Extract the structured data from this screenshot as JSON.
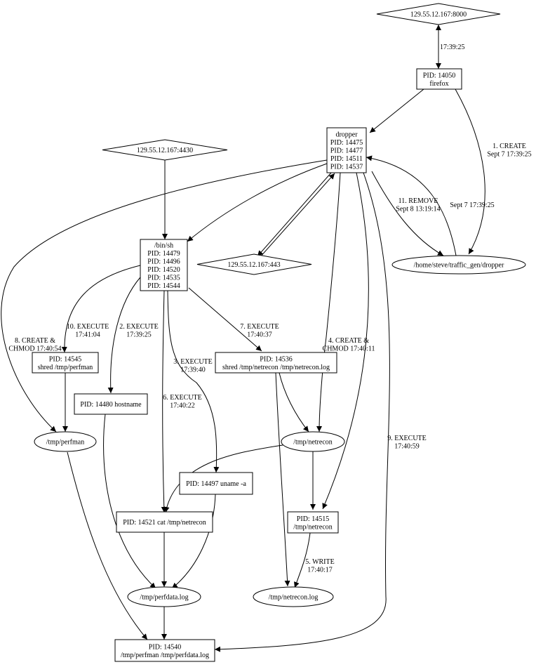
{
  "nodes": {
    "ip_8000": {
      "lines": [
        "129.55.12.167:8000"
      ]
    },
    "firefox": {
      "lines": [
        "PID: 14050",
        "firefox"
      ]
    },
    "dropper": {
      "lines": [
        "dropper",
        "PID: 14475",
        "PID: 14477",
        "PID: 14511",
        "PID: 14537"
      ]
    },
    "ip_4430": {
      "lines": [
        "129.55.12.167:4430"
      ]
    },
    "binsh": {
      "lines": [
        "/bin/sh",
        "PID: 14479",
        "PID: 14496",
        "PID: 14520",
        "PID: 14535",
        "PID: 14544"
      ]
    },
    "ip_443": {
      "lines": [
        "129.55.12.167:443"
      ]
    },
    "dropper_file": {
      "lines": [
        "/home/steve/traffic_gen/dropper"
      ]
    },
    "shred_perfman": {
      "lines": [
        "PID: 14545",
        "shred /tmp/perfman"
      ]
    },
    "shred_netrecon": {
      "lines": [
        "PID: 14536",
        "shred /tmp/netrecon /tmp/netrecon.log"
      ]
    },
    "hostname": {
      "lines": [
        "PID: 14480 hostname"
      ]
    },
    "perfman": {
      "lines": [
        "/tmp/perfman"
      ]
    },
    "netrecon": {
      "lines": [
        "/tmp/netrecon"
      ]
    },
    "uname": {
      "lines": [
        "PID: 14497 uname -a"
      ]
    },
    "cat_netrecon": {
      "lines": [
        "PID: 14521 cat /tmp/netrecon"
      ]
    },
    "proc_netrecon": {
      "lines": [
        "PID: 14515",
        "/tmp/netrecon"
      ]
    },
    "perfdata": {
      "lines": [
        "/tmp/perfdata.log"
      ]
    },
    "netrecon_log": {
      "lines": [
        "/tmp/netrecon.log"
      ]
    },
    "proc_14540": {
      "lines": [
        "PID: 14540",
        "/tmp/perfman /tmp/perfdata.log"
      ]
    }
  },
  "edges": {
    "ip8000_firefox": {
      "lines": [
        "17:39:25"
      ]
    },
    "firefox_dropper": {
      "lines": []
    },
    "firefox_dropperfile": {
      "lines": [
        "1. CREATE",
        "Sept 7 17:39:25"
      ]
    },
    "dropperfile_dropper": {
      "lines": [
        "Sept 7 17:39:25"
      ]
    },
    "dropper_dropperfile": {
      "lines": [
        "11. REMOVE",
        "Sept 8 13:19:14"
      ]
    },
    "dropper_ip443": {
      "lines": []
    },
    "dropper_binsh": {
      "lines": []
    },
    "ip4430_binsh": {
      "lines": []
    },
    "dropper_perfman": {
      "lines": [
        "8. CREATE &",
        "CHMOD 17:40:54"
      ]
    },
    "dropper_netrecon": {
      "lines": [
        "4. CREATE &",
        "CHMOD 17:40:11"
      ]
    },
    "dropper_procnetrecon": {
      "lines": []
    },
    "dropper_14540": {
      "lines": [
        "9. EXECUTE",
        "17:40:59"
      ]
    },
    "binsh_shredperfman": {
      "lines": [
        "10. EXECUTE",
        "17:41:04"
      ]
    },
    "binsh_hostname": {
      "lines": [
        "2. EXECUTE",
        "17:39:25"
      ]
    },
    "binsh_cat": {
      "lines": [
        "6. EXECUTE",
        "17:40:22"
      ]
    },
    "binsh_uname": {
      "lines": [
        "3. EXECUTE",
        "17:39:40"
      ]
    },
    "binsh_shrednetrecon": {
      "lines": [
        "7. EXECUTE",
        "17:40:37"
      ]
    },
    "shredperfman_perfman": {
      "lines": []
    },
    "shrednetrecon_netrecon": {
      "lines": []
    },
    "shrednetrecon_netreconlog": {
      "lines": []
    },
    "netrecon_cat": {
      "lines": []
    },
    "netrecon_procnetrecon": {
      "lines": []
    },
    "procnetrecon_netreconlog": {
      "lines": [
        "5. WRITE",
        "17:40:17"
      ]
    },
    "hostname_perfdata": {
      "lines": []
    },
    "uname_perfdata": {
      "lines": []
    },
    "cat_perfdata": {
      "lines": []
    },
    "perfman_14540": {
      "lines": []
    },
    "perfdata_14540": {
      "lines": []
    }
  }
}
